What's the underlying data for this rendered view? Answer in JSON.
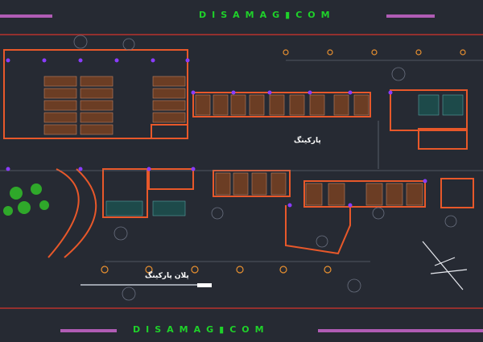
{
  "watermark_top": "DISAMAG▮COM",
  "watermark_bottom": "DISAMAG▮COM",
  "plan_title": "پلان پارکینگ",
  "parking_label": "پارکینگ",
  "colors": {
    "background": "#262a33",
    "walls": "#e8582a",
    "border": "#b8322c",
    "accent_bar": "#b05cb5",
    "watermark": "#1fd12a",
    "columns": "#8a3cff"
  }
}
